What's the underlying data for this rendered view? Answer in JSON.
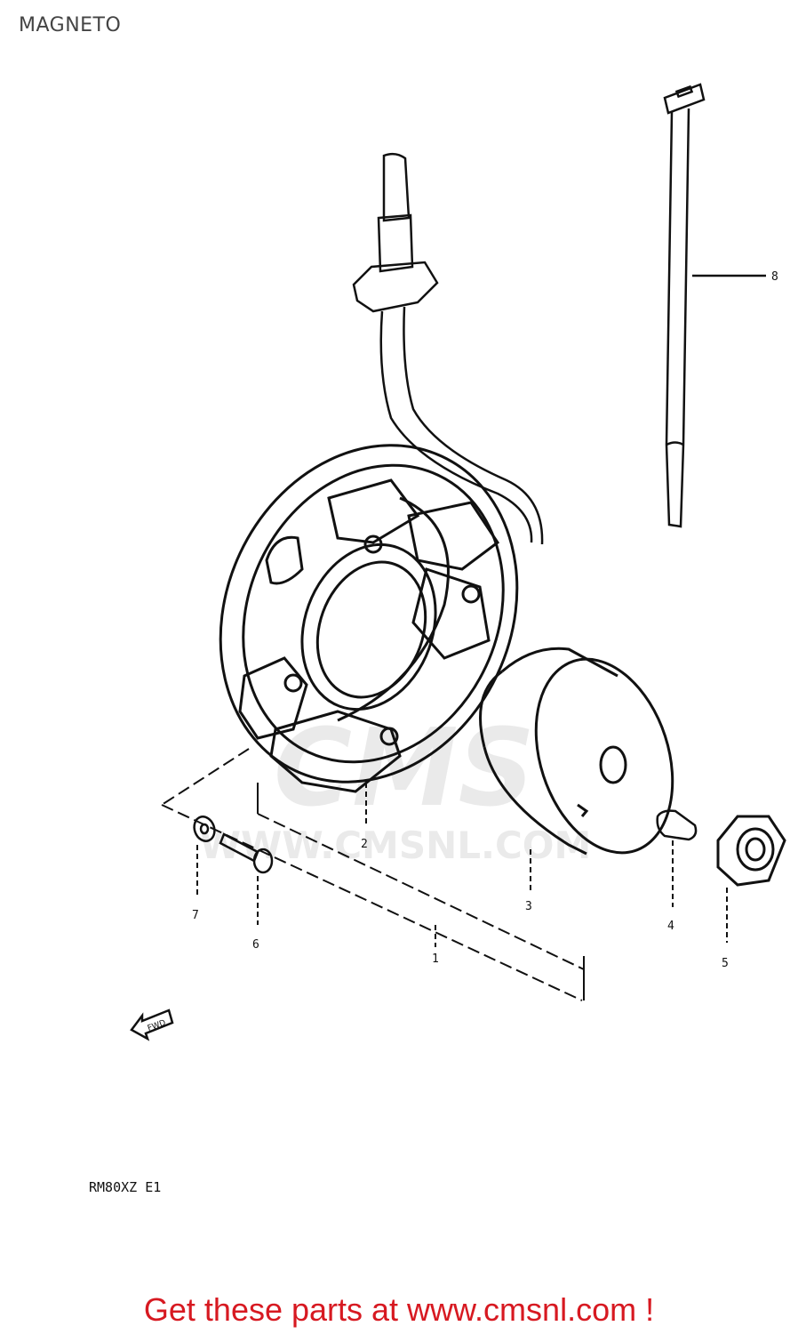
{
  "title": "MAGNETO",
  "callouts": {
    "c1": "1",
    "c2": "2",
    "c3": "3",
    "c4": "4",
    "c5": "5",
    "c6": "6",
    "c7": "7",
    "c8": "8"
  },
  "fwd_label": "FWD",
  "model_code": "RM80XZ E1",
  "watermark": {
    "brand": "CMS",
    "url": "WWW.CMSNL.COM"
  },
  "footer_text": "Get these parts at www.cmsnl.com !",
  "colors": {
    "title": "#444444",
    "footer": "#d71921",
    "line": "#111111",
    "watermark": "#d9d9d9"
  }
}
